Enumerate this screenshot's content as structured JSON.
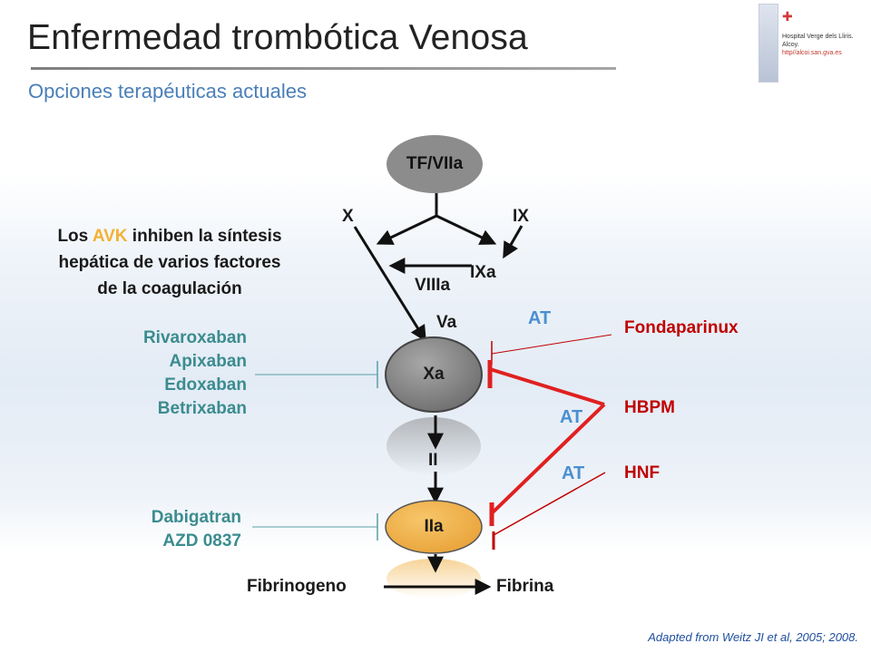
{
  "header": {
    "title": "Enfermedad trombótica Venosa",
    "subtitle": "Opciones terapéuticas actuales"
  },
  "logo": {
    "line1": "Hospital Verge dels Lliris.",
    "line2": "Alcoy.",
    "url": "http//alcoi.san.gva.es"
  },
  "nodes": {
    "tf_viia": "TF/VIIa",
    "x": "X",
    "ix": "IX",
    "ixa": "IXa",
    "viiia": "VIIIa",
    "va": "Va",
    "xa": "Xa",
    "ii": "II",
    "iia": "IIa",
    "fibrinogeno": "Fibrinogeno",
    "fibrina": "Fibrina"
  },
  "avk_note": {
    "prefix": "Los ",
    "highlight": "AVK",
    "suffix": " inhiben la síntesis",
    "line2": "hepática de varios factores",
    "line3": "de la coagulación"
  },
  "xa_inhibitors": [
    "Rivaroxaban",
    "Apixaban",
    "Edoxaban",
    "Betrixaban"
  ],
  "iia_inhibitors": [
    "Dabigatran",
    "AZD 0837"
  ],
  "cofactor_labels": [
    "AT",
    "AT",
    "AT"
  ],
  "heparins": {
    "fondaparinux": "Fondaparinux",
    "hbpm": "HBPM",
    "hnf": "HNF"
  },
  "colors": {
    "xa_node": "#808080",
    "iia_node": "#f0b044",
    "tf_node": "#8c8c8c",
    "teal_text": "#3b8c8f",
    "at_text": "#4a8fd1",
    "heparin_red": "#c00000",
    "inhibition_red": "#e02020"
  },
  "footnote": "Adapted from Weitz JI et al, 2005; 2008."
}
